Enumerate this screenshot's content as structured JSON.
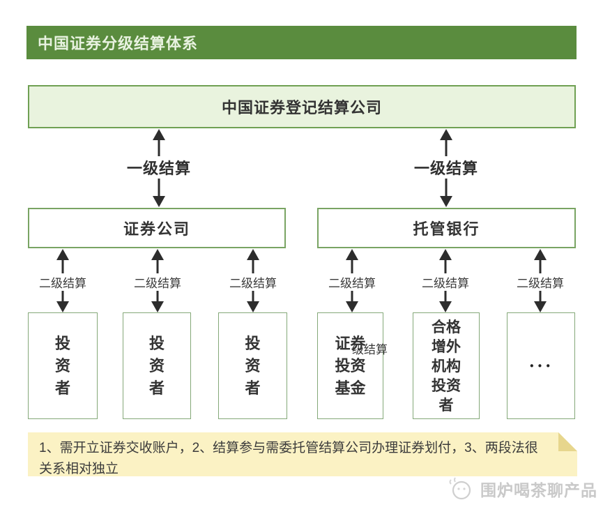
{
  "header": {
    "title": "中国证券分级结算体系"
  },
  "diagram": {
    "top_box": "中国证券登记结算公司",
    "level1_label": "一级结算",
    "level2_label": "二级结算",
    "mid_boxes": [
      {
        "label": "证券公司"
      },
      {
        "label": "托管银行"
      }
    ],
    "bottom_boxes": [
      {
        "name": "投资者",
        "lines": [
          "投",
          "资",
          "者"
        ]
      },
      {
        "name": "投资者",
        "lines": [
          "投",
          "资",
          "者"
        ]
      },
      {
        "name": "投资者",
        "lines": [
          "投",
          "资",
          "者"
        ]
      },
      {
        "name": "证券投资基金",
        "lines": [
          "证券",
          "投资",
          "基金"
        ]
      },
      {
        "name": "合格增外机构投资者",
        "lines": [
          "合格",
          "增外",
          "机构",
          "投资",
          "者"
        ]
      },
      {
        "name": "其他",
        "lines": [
          "···"
        ]
      }
    ],
    "stray_label": "级结算"
  },
  "note": {
    "text": "1、需开立证券交收账户，2、结算参与需委托管结算公司办理证券划付，3、两段法很关系相对独立"
  },
  "watermark": {
    "text": "围炉喝茶聊产品"
  },
  "colors": {
    "header_bg": "#5a8c3e",
    "header_fg": "#e8f2e0",
    "top_box_fill": "#e9f3de",
    "border_green": "#79a463",
    "note_bg": "#fbf2c4",
    "note_fold": "#e7d68d",
    "arrow": "#2d2d2d",
    "watermark_fg": "#c9c9c9"
  }
}
